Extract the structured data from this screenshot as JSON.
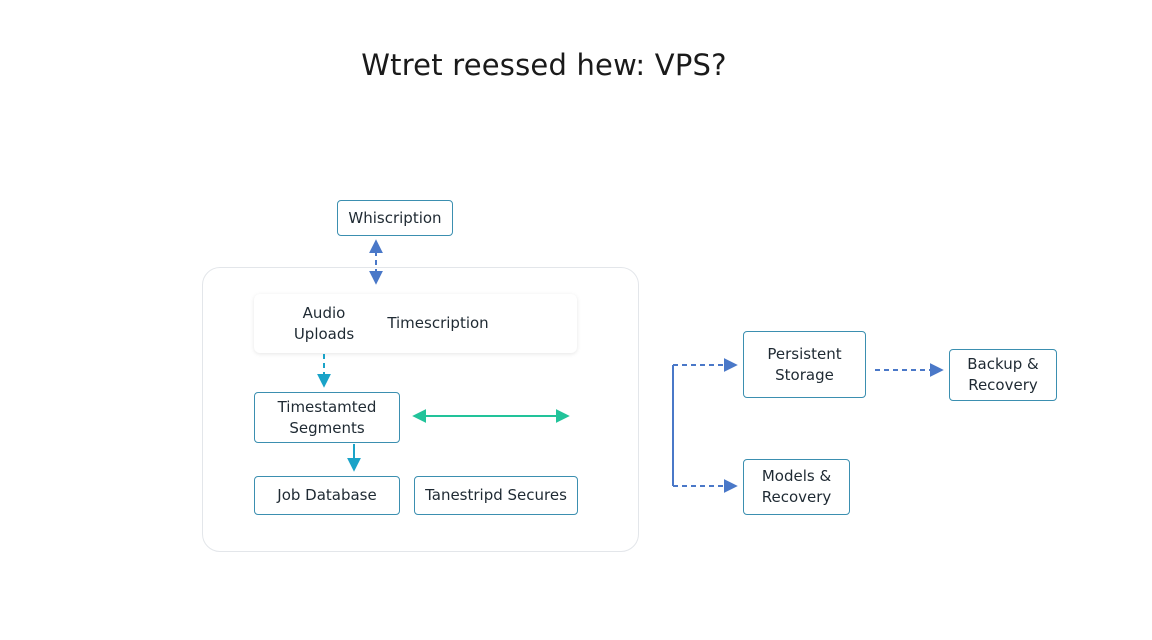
{
  "title": "Wtret reessed hew: VPS?",
  "colors": {
    "node_border": "#3b8fb0",
    "group_border": "#e3e6ea",
    "dashed_arrow_blue": "#4a78c8",
    "dashed_arrow_cyan": "#1aa3c8",
    "solid_arrow_green": "#22c39a",
    "connector_blue": "#4a78c8"
  },
  "nodes": {
    "whiscription": "Whiscription",
    "audio_uploads": "Audio\nUploads",
    "timescription": "Timescription",
    "timestamped_segments": "Timestamted\nSegments",
    "job_database": "Job Database",
    "tanestripd_secures": "Tanestripd Secures",
    "persistent_storage": "Persistent\nStorage",
    "backup_recovery": "Backup &\nRecovery",
    "models_recovery": "Models &\nRecovery"
  }
}
